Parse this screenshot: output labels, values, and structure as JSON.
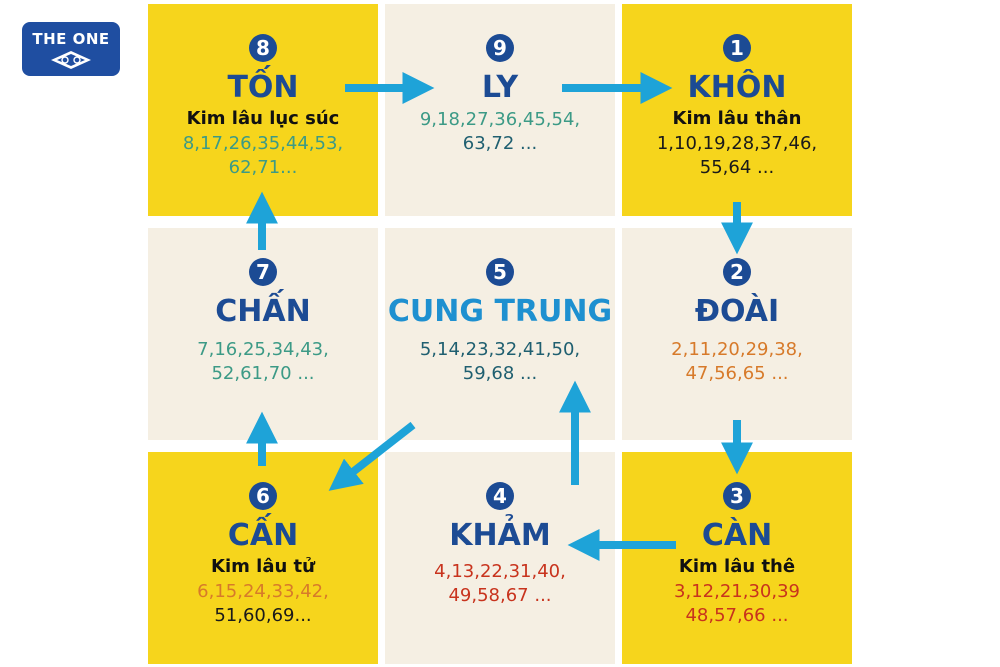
{
  "logo": {
    "text": "THE ONE"
  },
  "colors": {
    "yellow": "#f6d51c",
    "cream": "#f5efe3",
    "navy": "#1c4b94",
    "arrow": "#1ea3d8"
  },
  "cells": {
    "ton": {
      "number": "8",
      "name": "TỐN",
      "subtitle": "Kim lâu lục súc",
      "ages_line1": "8,17,26,35,44,53,",
      "ages_line2": "62,71..."
    },
    "ly": {
      "number": "9",
      "name": "LY",
      "ages_line1": "9,18,27,36,45,54,",
      "ages_line2": "63,72 ..."
    },
    "khon": {
      "number": "1",
      "name": "KHÔN",
      "subtitle": "Kim lâu thân",
      "ages_line1": "1,10,19,28,37,46,",
      "ages_line2": "55,64 ..."
    },
    "chan": {
      "number": "7",
      "name": "CHẤN",
      "ages_line1": "7,16,25,34,43,",
      "ages_line2": "52,61,70 ..."
    },
    "trung": {
      "number": "5",
      "name": "CUNG TRUNG",
      "ages_line1": "5,14,23,32,41,50,",
      "ages_line2": "59,68 ..."
    },
    "doai": {
      "number": "2",
      "name": "ĐOÀI",
      "ages_line1": "2,11,20,29,38,",
      "ages_line2": "47,56,65 ..."
    },
    "can6": {
      "number": "6",
      "name": "CẤN",
      "subtitle": "Kim lâu tử",
      "ages_line1": "6,15,24,33,42,",
      "ages_line2": "51,60,69..."
    },
    "kham": {
      "number": "4",
      "name": "KHẢM",
      "ages_line1": "4,13,22,31,40,",
      "ages_line2": "49,58,67 ..."
    },
    "can3": {
      "number": "3",
      "name": "CÀN",
      "subtitle": "Kim lâu thê",
      "ages_line1": "3,12,21,30,39",
      "ages_line2": "48,57,66 ..."
    }
  }
}
